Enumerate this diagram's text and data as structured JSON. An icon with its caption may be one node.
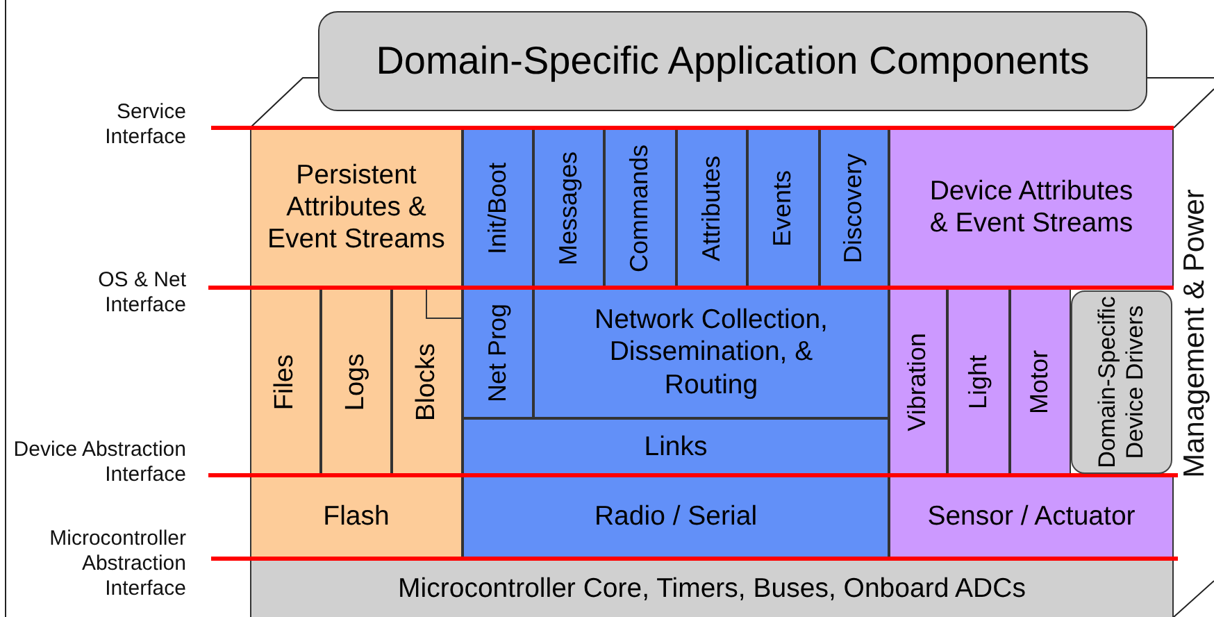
{
  "diagram": {
    "nodes": [
      {
        "text": [
          "Domain-Specific Application Components"
        ]
      },
      {
        "text": [
          "Persistent Attributes & Event Streams"
        ]
      },
      {
        "text": [
          "Init/Boot"
        ]
      },
      {
        "text": [
          "Messages"
        ]
      },
      {
        "text": [
          "Commands"
        ]
      },
      {
        "text": [
          "Attributes"
        ]
      },
      {
        "text": [
          "Events"
        ]
      },
      {
        "text": [
          "Discovery"
        ]
      },
      {
        "text": [
          "Device Attributes & Event Streams"
        ]
      },
      {
        "text": [
          "Files"
        ]
      },
      {
        "text": [
          "Logs"
        ]
      },
      {
        "text": [
          "Blocks"
        ]
      },
      {
        "text": [
          "Net Prog"
        ]
      },
      {
        "text": [
          "Network Collection, Dissemination, & Routing"
        ]
      },
      {
        "text": [
          "Vibration"
        ]
      },
      {
        "text": [
          "Light"
        ]
      },
      {
        "text": [
          "Motor"
        ]
      },
      {
        "text": [
          "Domain-Specific Device Drivers"
        ]
      },
      {
        "text": [
          "Links"
        ]
      },
      {
        "text": [
          "Flash"
        ]
      },
      {
        "text": [
          "Radio / Serial"
        ]
      },
      {
        "text": [
          "Sensor / Actuator"
        ]
      },
      {
        "text": [
          "Microcontroller Core, Timers, Buses, Onboard ADCs"
        ]
      }
    ],
    "labels": [
      "Service Interface",
      "OS & Net Interface",
      "Device Abstraction Interface",
      "Microcontroller Abstraction Interface",
      "Management & Power"
    ]
  }
}
